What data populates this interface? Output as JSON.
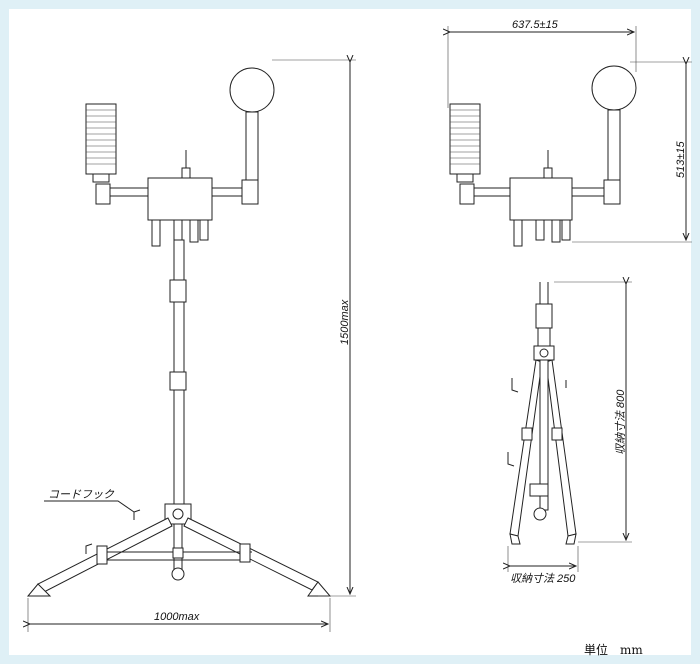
{
  "labels": {
    "height_total": "1500max",
    "width_legs": "1000max",
    "cord_hook": "コードフック",
    "arm_span": "637.5±15",
    "arm_height": "513±15",
    "stored_height": "収納寸法 800",
    "stored_width": "収納寸法 250",
    "unit": "単位　mm"
  },
  "colors": {
    "background": "#dff0f6",
    "paper": "#ffffff",
    "line": "#222222"
  }
}
